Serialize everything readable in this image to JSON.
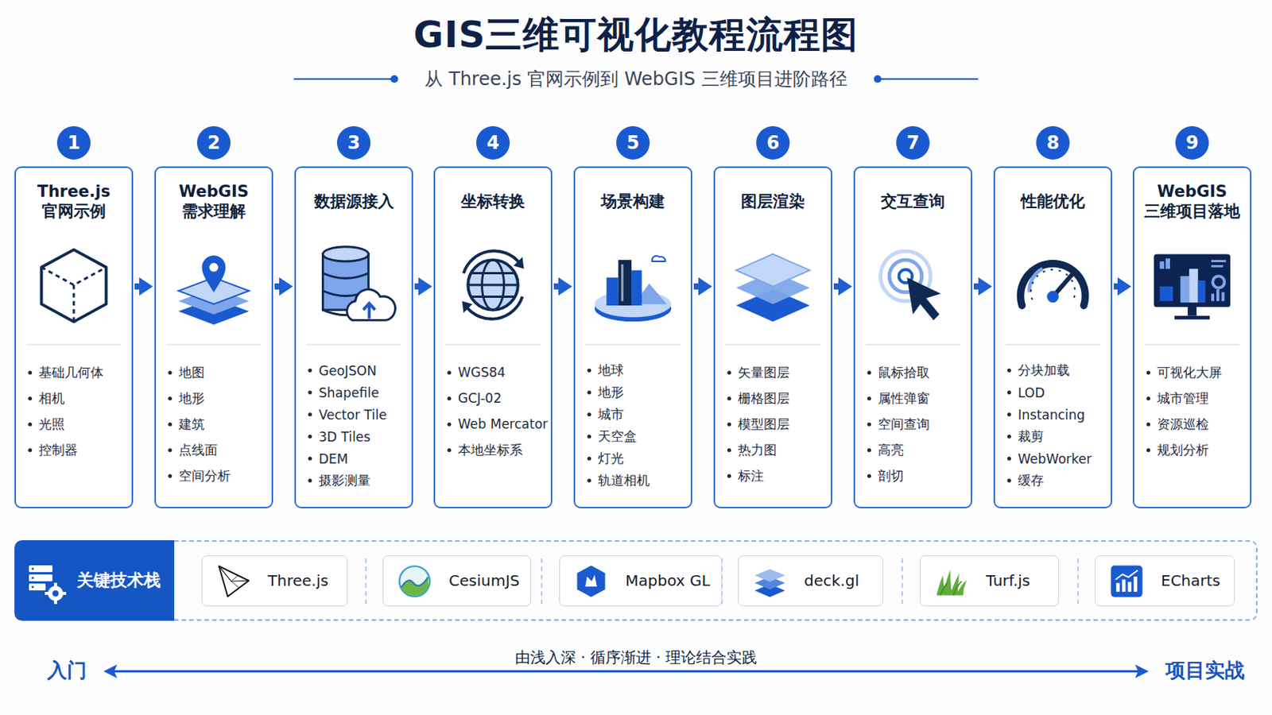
{
  "diagram": {
    "title": "GIS三维可视化教程流程图",
    "nodes": [
      {
        "text": [
          "1",
          "Three.js 官网示例",
          "基础几何体",
          "相机",
          "光照",
          "控制器"
        ]
      },
      {
        "text": [
          "2",
          "WebGIS 需求理解",
          "地图",
          "地形",
          "建筑",
          "点线面",
          "空间分析"
        ]
      },
      {
        "text": [
          "3",
          "数据源接入",
          "GeoJSON",
          "Shapefile",
          "Vector Tile",
          "3D Tiles",
          "DEM",
          "摄影测量"
        ]
      },
      {
        "text": [
          "4",
          "坐标转换",
          "WGS84",
          "GCJ-02",
          "Web Mercator",
          "本地坐标系"
        ]
      },
      {
        "text": [
          "5",
          "场景构建",
          "地球",
          "地形",
          "城市",
          "天空盒",
          "灯光",
          "轨道相机"
        ]
      },
      {
        "text": [
          "6",
          "图层渲染",
          "矢量图层",
          "栅格图层",
          "模型图层",
          "热力图",
          "标注"
        ]
      },
      {
        "text": [
          "7",
          "交互查询",
          "鼠标拾取",
          "属性弹窗",
          "空间查询",
          "高亮",
          "剖切"
        ]
      },
      {
        "text": [
          "8",
          "性能优化",
          "分块加载",
          "LOD",
          "Instancing",
          "裁剪",
          "WebWorker",
          "缓存"
        ]
      },
      {
        "text": [
          "9",
          "WebGIS 三维项目落地",
          "可视化大屏",
          "城市管理",
          "资源巡检",
          "规划分析"
        ]
      },
      {
        "text": [
          "关键技术栈"
        ]
      },
      {
        "text": [
          "Three.js"
        ],
        "in": 9
      },
      {
        "text": [
          "CesiumJS"
        ],
        "in": 9
      },
      {
        "text": [
          "Mapbox GL"
        ],
        "in": 9
      },
      {
        "text": [
          "deck.gl"
        ],
        "in": 9
      },
      {
        "text": [
          "Turf.js"
        ],
        "in": 9
      },
      {
        "text": [
          "ECharts"
        ],
        "in": 9
      }
    ],
    "edges": [
      {
        "from": 0,
        "to": 1,
        "arrow": "to"
      },
      {
        "from": 1,
        "to": 2,
        "arrow": "to"
      },
      {
        "from": 2,
        "to": 3,
        "arrow": "to"
      },
      {
        "from": 3,
        "to": 4,
        "arrow": "to"
      },
      {
        "from": 4,
        "to": 5,
        "arrow": "to"
      },
      {
        "from": 5,
        "to": 6,
        "arrow": "to"
      },
      {
        "from": 6,
        "to": 7,
        "arrow": "to"
      },
      {
        "from": 7,
        "to": 8,
        "arrow": "to"
      }
    ],
    "labels": [
      "从 Three.js 官网示例到 WebGIS 三维项目进阶路径",
      "入门",
      "由浅入深 · 循序渐进 · 理论结合实践",
      "项目实战"
    ]
  }
}
